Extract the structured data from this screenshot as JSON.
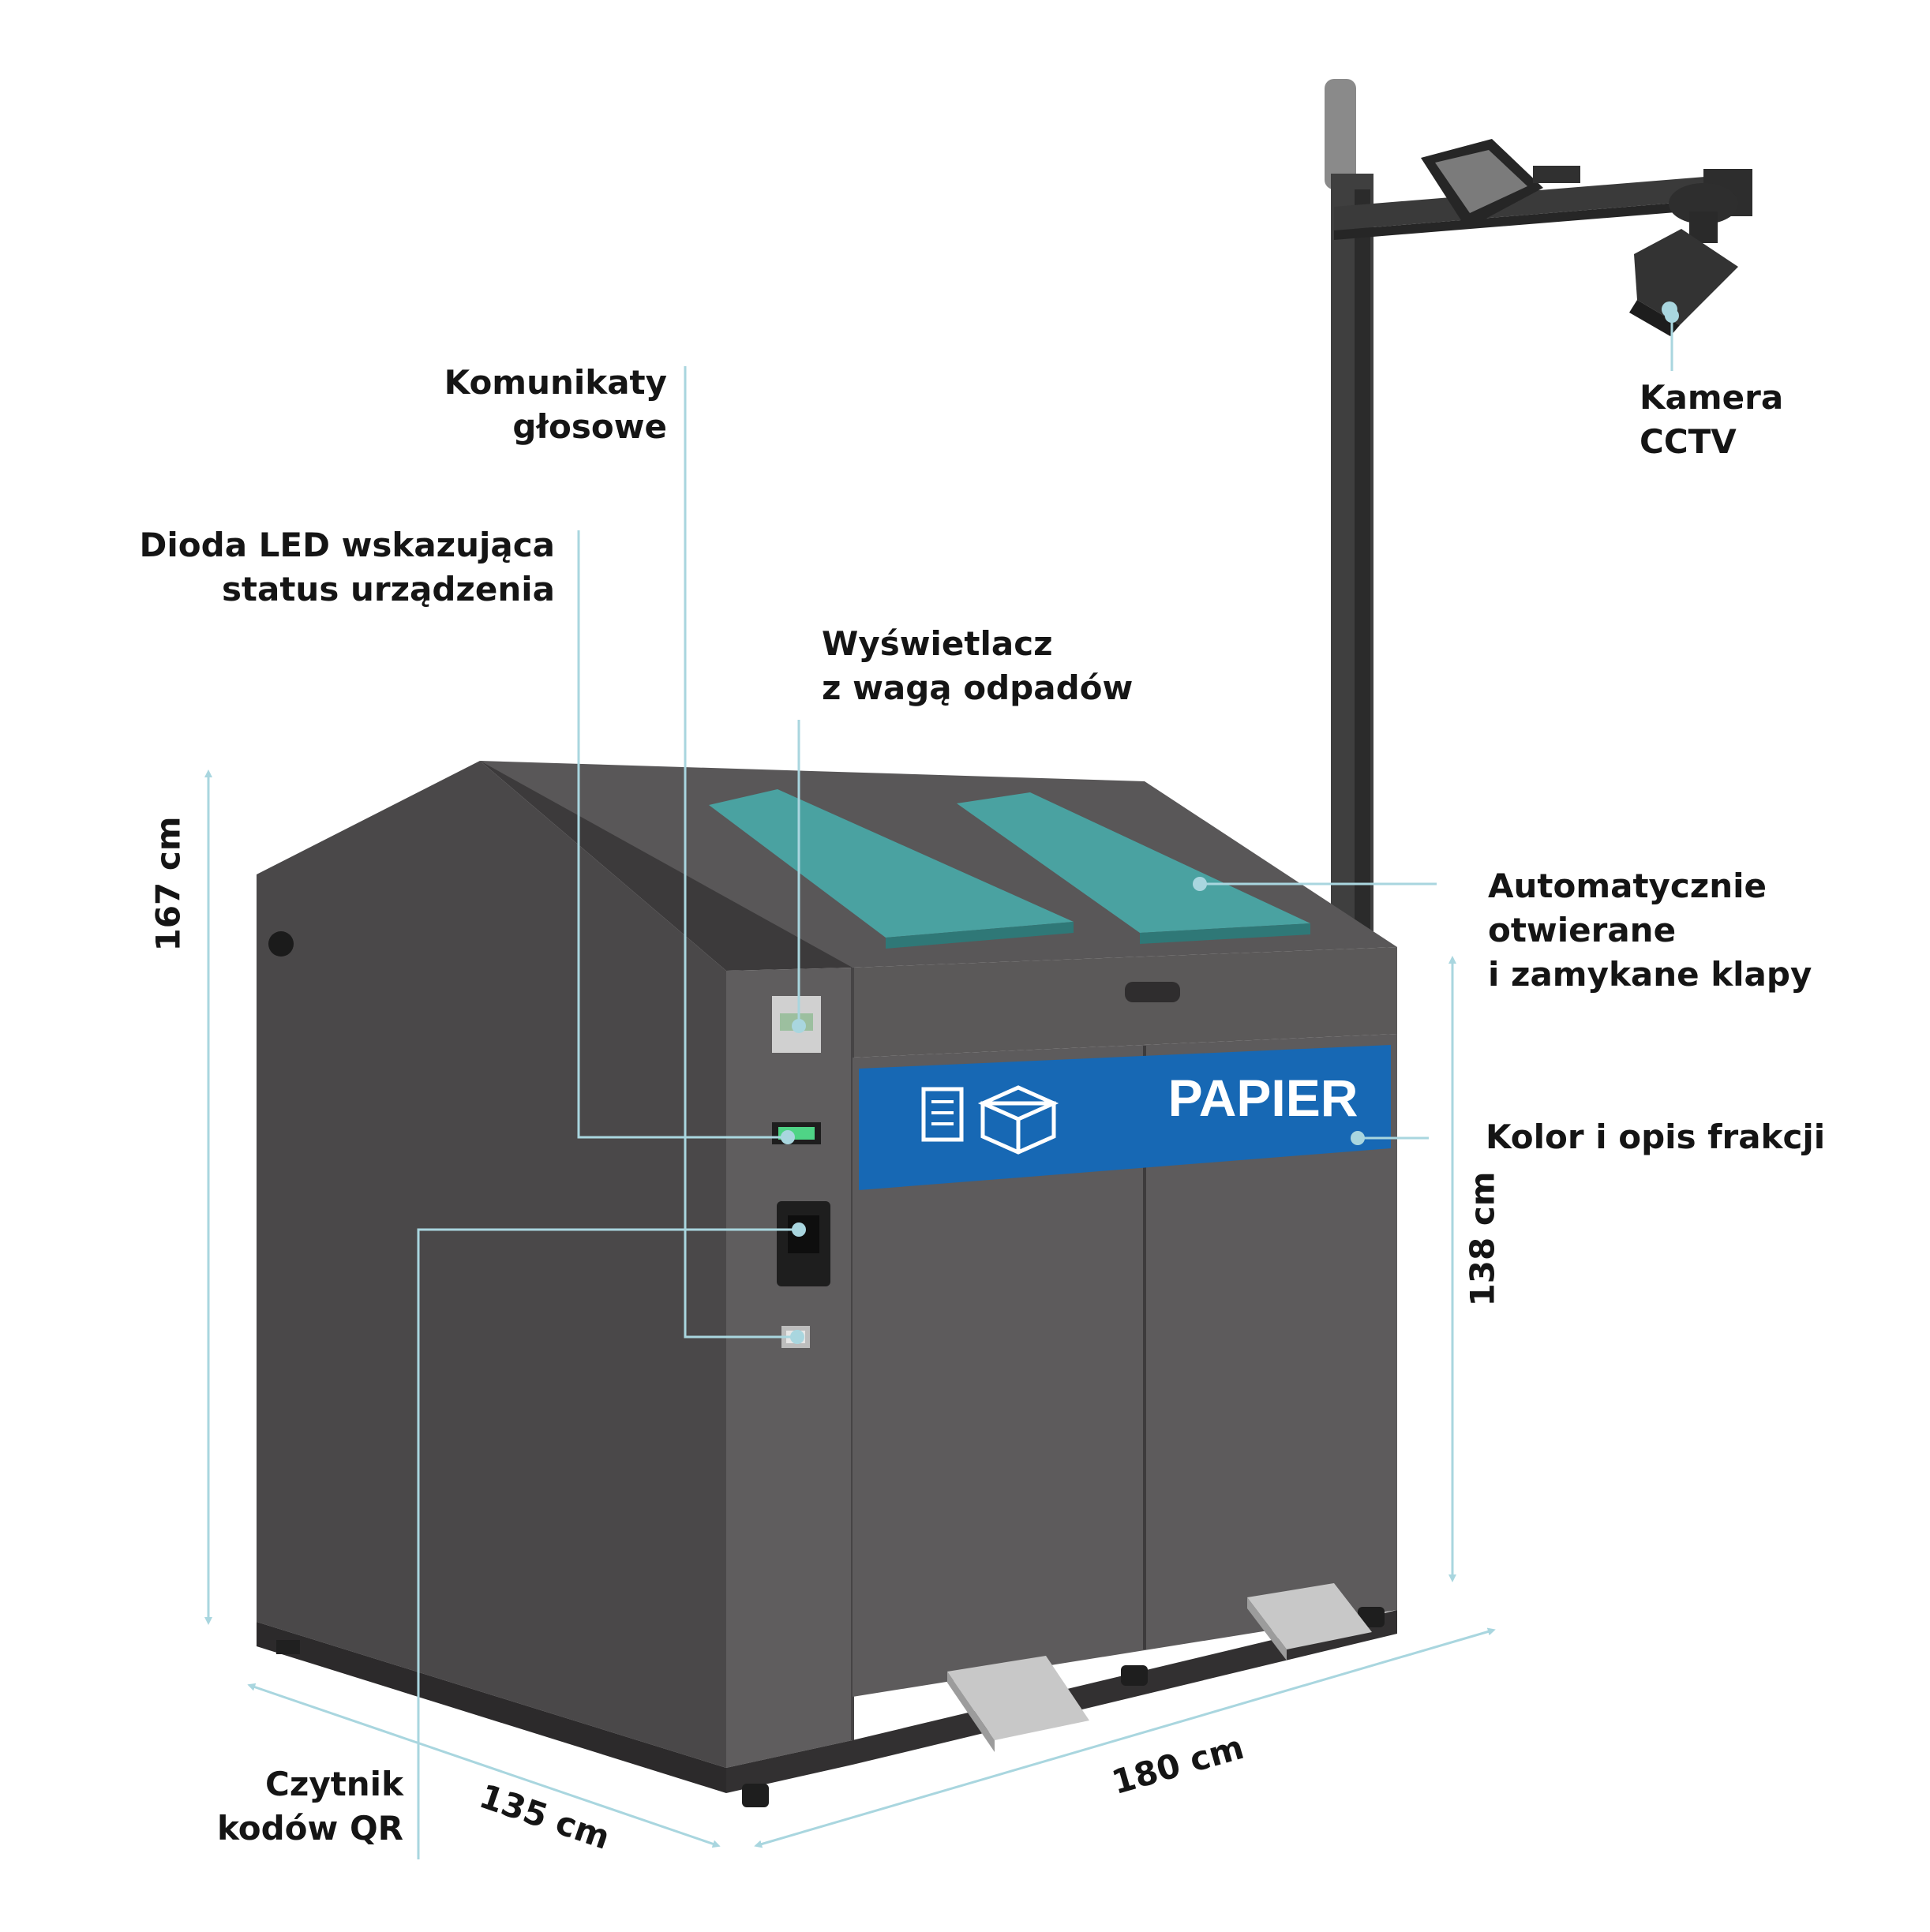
{
  "colors": {
    "callout_line": "#a9d6df",
    "body_dark": "#4a4849",
    "body_mid": "#5d5b5c",
    "lid_teal": "#4aa2a1",
    "label_blue": "#1768b4",
    "pole": "#3f3f3f"
  },
  "icons": [
    "document-icon",
    "box-icon",
    "led-indicator-icon",
    "qr-reader-icon",
    "speaker-icon",
    "cctv-camera-icon",
    "floodlight-icon",
    "antenna-icon"
  ],
  "callouts": {
    "voice": {
      "lines": [
        "Komunikaty",
        "głosowe"
      ]
    },
    "led": {
      "lines": [
        "Dioda LED wskazująca",
        "status urządzenia"
      ]
    },
    "display": {
      "lines": [
        "Wyświetlacz",
        "z wagą odpadów"
      ]
    },
    "camera": {
      "lines": [
        "Kamera",
        "CCTV"
      ]
    },
    "flaps": {
      "lines": [
        "Automatycznie",
        "otwierane",
        "i zamykane klapy"
      ]
    },
    "fraction": {
      "lines": [
        "Kolor i opis frakcji"
      ]
    },
    "qr": {
      "lines": [
        "Czytnik",
        "kodów QR"
      ]
    }
  },
  "dimensions": {
    "height_total": "167 cm",
    "height_front": "138 cm",
    "depth": "135 cm",
    "width": "180 cm"
  },
  "panel": {
    "fraction_label": "PAPIER"
  }
}
